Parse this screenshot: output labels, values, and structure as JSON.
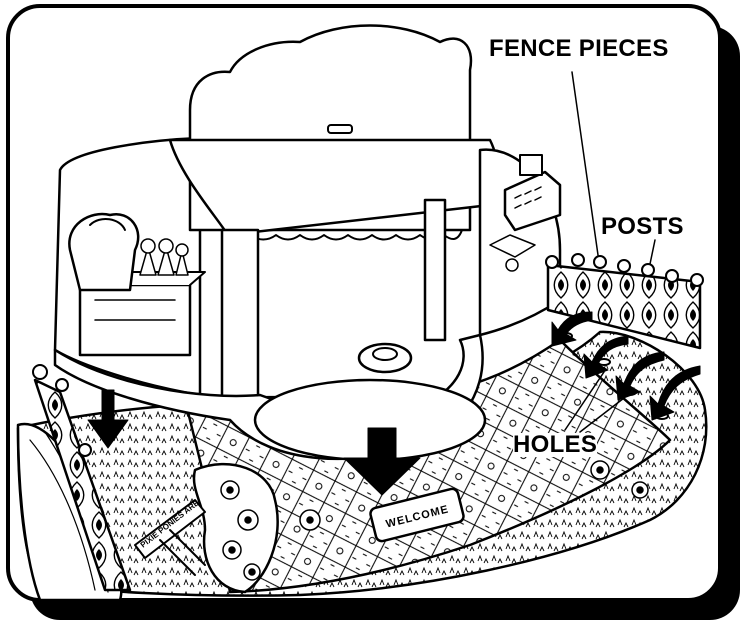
{
  "labels": {
    "fence_pieces": "FENCE PIECES",
    "posts": "POSTS",
    "holes": "HOLES"
  },
  "signs": {
    "welcome": "WELCOME",
    "pixie": "PIXIE PONIES ARE"
  },
  "colors": {
    "ink": "#000000",
    "paper": "#ffffff",
    "shadow": "#000000"
  }
}
